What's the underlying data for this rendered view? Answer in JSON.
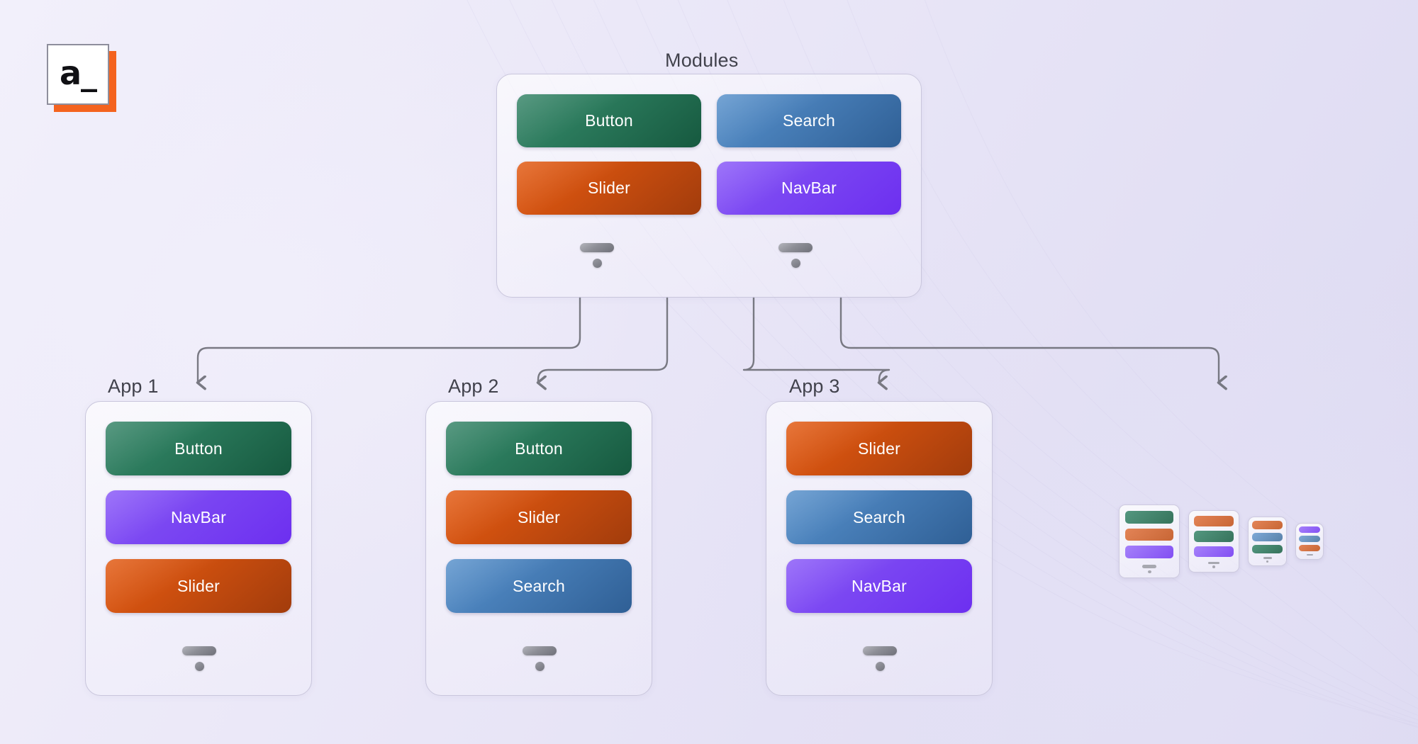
{
  "logo": {
    "text": "a_",
    "accent_color": "#f4631e"
  },
  "canvas": {
    "background_color": "#e4e1f3",
    "connector_color": "#6f7079"
  },
  "palette": {
    "green": "#2b7a5c",
    "blue": "#4a81bb",
    "orange": "#cf500f",
    "purple": "#7b47f2",
    "panel_border": "#c9c6dc",
    "title_text": "#41424c"
  },
  "modules_panel": {
    "title": "Modules",
    "chips": [
      {
        "label": "Button",
        "color": "green"
      },
      {
        "label": "Search",
        "color": "blue"
      },
      {
        "label": "Slider",
        "color": "orange"
      },
      {
        "label": "NavBar",
        "color": "purple"
      }
    ]
  },
  "apps": [
    {
      "title": "App 1",
      "chips": [
        {
          "label": "Button",
          "color": "green"
        },
        {
          "label": "NavBar",
          "color": "purple"
        },
        {
          "label": "Slider",
          "color": "orange"
        }
      ]
    },
    {
      "title": "App 2",
      "chips": [
        {
          "label": "Button",
          "color": "green"
        },
        {
          "label": "Slider",
          "color": "orange"
        },
        {
          "label": "Search",
          "color": "blue"
        }
      ]
    },
    {
      "title": "App 3",
      "chips": [
        {
          "label": "Slider",
          "color": "orange"
        },
        {
          "label": "Search",
          "color": "blue"
        },
        {
          "label": "NavBar",
          "color": "purple"
        }
      ]
    }
  ],
  "mini_cards": [
    {
      "rows": [
        "green",
        "orange",
        "purple"
      ]
    },
    {
      "rows": [
        "orange",
        "green",
        "purple"
      ]
    },
    {
      "rows": [
        "orange",
        "blue",
        "green"
      ]
    },
    {
      "rows": [
        "purple",
        "blue",
        "orange"
      ]
    }
  ]
}
